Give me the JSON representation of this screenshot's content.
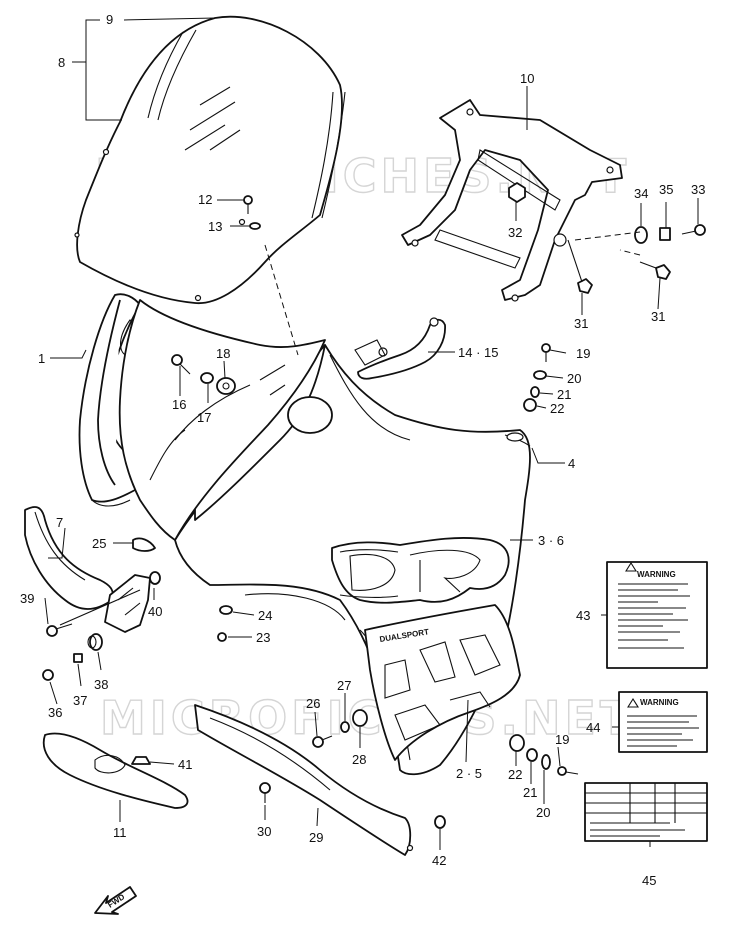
{
  "watermark": "MICROFICHES.NET",
  "fwd_label": "FWD",
  "warning_label_1": "WARNING",
  "warning_label_2": "WARNING",
  "dualsport_text": "DUALSPORT",
  "callouts": {
    "c1": "1",
    "c2_5": "2 · 5",
    "c3_6": "3 · 6",
    "c4": "4",
    "c7": "7",
    "c8": "8",
    "c9": "9",
    "c10": "10",
    "c11": "11",
    "c12": "12",
    "c13": "13",
    "c14_15": "14 · 15",
    "c16": "16",
    "c17": "17",
    "c18": "18",
    "c19a": "19",
    "c19b": "19",
    "c20a": "20",
    "c20b": "20",
    "c21a": "21",
    "c21b": "21",
    "c22a": "22",
    "c22b": "22",
    "c23": "23",
    "c24": "24",
    "c25": "25",
    "c26": "26",
    "c27": "27",
    "c28": "28",
    "c29": "29",
    "c30": "30",
    "c31a": "31",
    "c31b": "31",
    "c32": "32",
    "c33": "33",
    "c34": "34",
    "c35": "35",
    "c36": "36",
    "c37": "37",
    "c38": "38",
    "c39": "39",
    "c40": "40",
    "c41": "41",
    "c42": "42",
    "c43": "43",
    "c44": "44",
    "c45": "45"
  }
}
